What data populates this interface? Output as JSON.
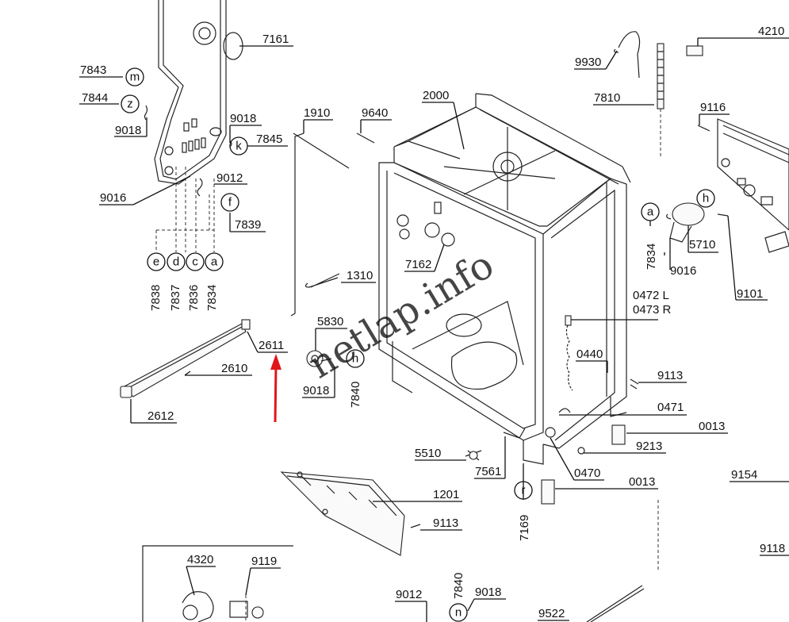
{
  "watermark": "netlap.info",
  "labels": {
    "l7161": "7161",
    "l7843": "7843",
    "l7844": "7844",
    "l9018a": "9018",
    "l9018b": "9018",
    "l7845": "7845",
    "l9012a": "9012",
    "l9016a": "9016",
    "l7839": "7839",
    "l7838": "7838",
    "l7837": "7837",
    "l7836": "7836",
    "l7834a": "7834",
    "l1910": "1910",
    "l9640": "9640",
    "l2000": "2000",
    "l9930": "9930",
    "l7810": "7810",
    "l4210": "4210",
    "l9116": "9116",
    "l7162": "7162",
    "l1310": "1310",
    "l5830": "5830",
    "l2611": "2611",
    "l2610": "2610",
    "l2612": "2612",
    "l9018c": "9018",
    "l7840a": "7840",
    "l7834b": "7834",
    "l5710": "5710",
    "l9016b": "9016",
    "l9101": "9101",
    "l0472": "0472 L",
    "l0473": "0473 R",
    "l0440": "0440",
    "l9113a": "9113",
    "l0471": "0471",
    "l0013a": "0013",
    "l9213": "9213",
    "l5510": "5510",
    "l7561": "7561",
    "l0470": "0470",
    "l0013b": "0013",
    "l9154": "9154",
    "l1201": "1201",
    "l9113b": "9113",
    "l7169": "7169",
    "l9118": "9118",
    "l4320": "4320",
    "l9119": "9119",
    "l9012b": "9012",
    "l7840b": "7840",
    "l9018d": "9018",
    "l9522": "9522"
  },
  "circles": {
    "m": "m",
    "z": "z",
    "k": "k",
    "f": "f",
    "e": "e",
    "d": "d",
    "c": "c",
    "a1": "a",
    "n1": "n",
    "a2": "a",
    "h": "h",
    "r": "r",
    "n2": "n"
  },
  "colors": {
    "arrow": "#e0161b",
    "ink": "#111111"
  }
}
